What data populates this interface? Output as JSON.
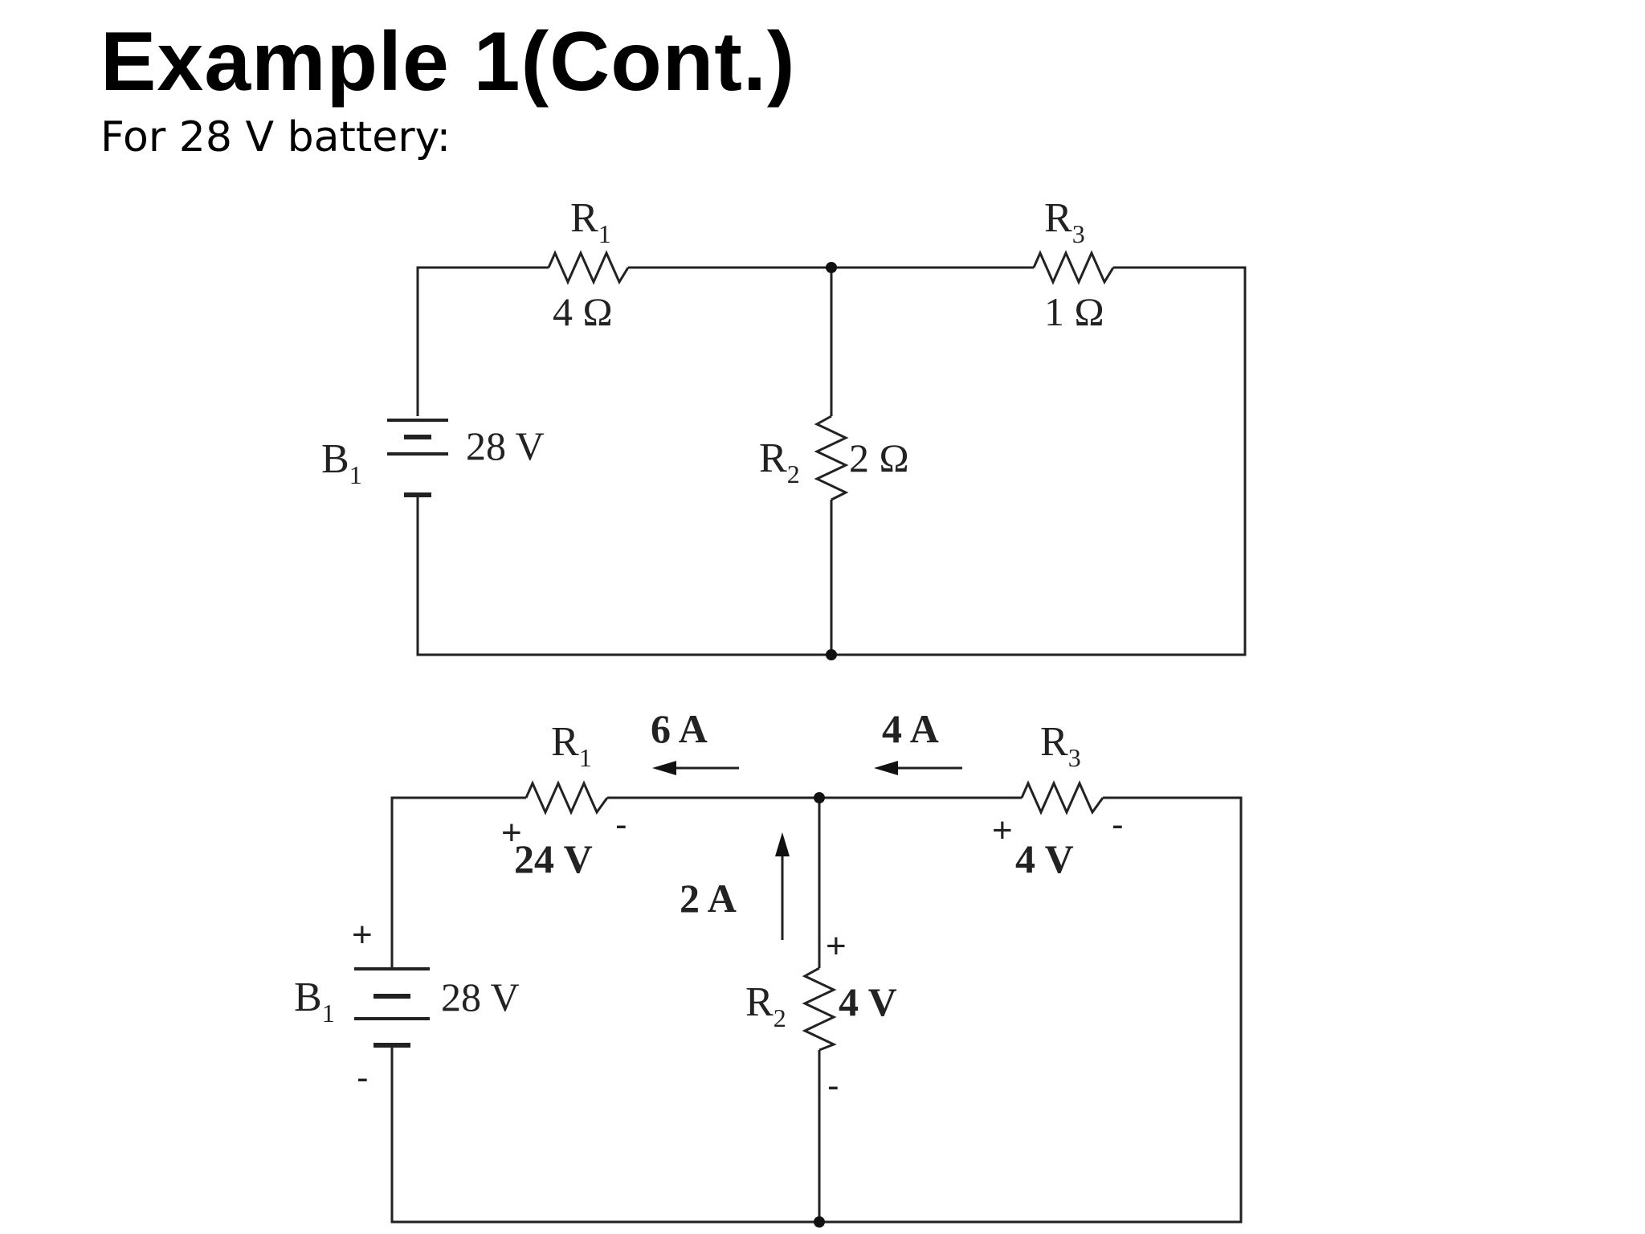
{
  "slide": {
    "title": "Example 1(Cont.)",
    "subtitle": "For 28 V battery:"
  },
  "circuit_top": {
    "r1": {
      "name": "R",
      "sub": "1",
      "value": "4 Ω"
    },
    "r2": {
      "name": "R",
      "sub": "2",
      "value": "2 Ω"
    },
    "r3": {
      "name": "R",
      "sub": "3",
      "value": "1 Ω"
    },
    "battery": {
      "name": "B",
      "sub": "1",
      "voltage": "28 V"
    }
  },
  "circuit_bottom": {
    "r1": {
      "name": "R",
      "sub": "1",
      "drop": "24 V",
      "plus": "+",
      "minus": "-"
    },
    "r2": {
      "name": "R",
      "sub": "2",
      "drop": "4 V",
      "plus": "+",
      "minus": "-"
    },
    "r3": {
      "name": "R",
      "sub": "3",
      "drop": "4 V",
      "plus": "+",
      "minus": "-"
    },
    "battery": {
      "name": "B",
      "sub": "1",
      "voltage": "28 V",
      "plus": "+",
      "minus": "-"
    },
    "currents": {
      "left_branch": "6 A",
      "right_branch": "4 A",
      "middle_branch": "2 A"
    }
  }
}
